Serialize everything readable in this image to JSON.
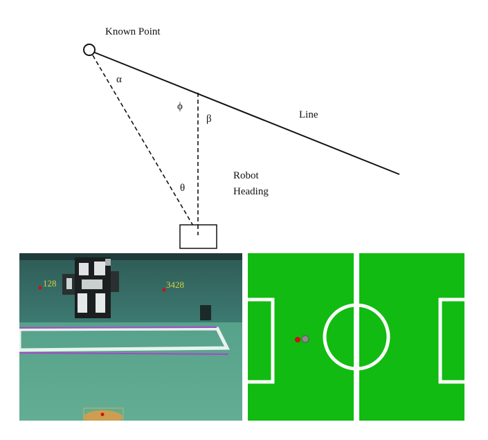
{
  "diagram": {
    "labels": {
      "known_point": "Known Point",
      "line": "Line",
      "robot": "Robot",
      "heading": "Heading",
      "alpha": "α",
      "phi": "ϕ",
      "beta": "β",
      "theta": "θ"
    }
  },
  "camera_view": {
    "label_left": "128",
    "label_right": "3428"
  },
  "colors": {
    "field_green": "#11bb11",
    "line_purple": "#aa44cc",
    "label_yellow": "#d8d040",
    "marker_red": "#cc1111",
    "marker_gray": "#8c8c8c"
  }
}
